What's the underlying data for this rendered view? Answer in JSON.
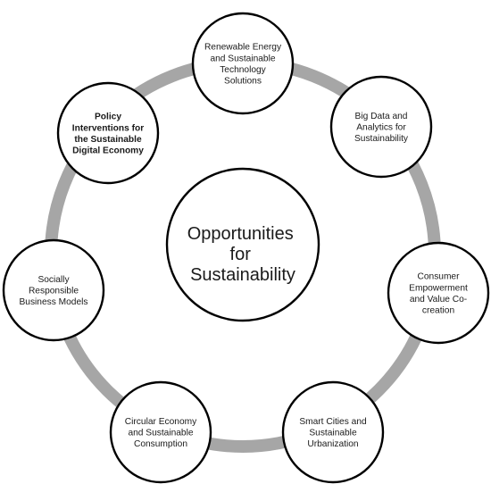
{
  "center": {
    "lines": [
      "Opportunities",
      "for",
      "Sustainability"
    ]
  },
  "nodes": [
    {
      "id": "renewable-energy",
      "lines": [
        "Renewable Energy",
        "and Sustainable",
        "Technology",
        "Solutions"
      ],
      "bold": false
    },
    {
      "id": "big-data",
      "lines": [
        "Big Data and",
        "Analytics for",
        "Sustainability"
      ],
      "bold": false
    },
    {
      "id": "consumer-empowerment",
      "lines": [
        "Consumer",
        "Empowerment",
        "and Value Co-",
        "creation"
      ],
      "bold": false
    },
    {
      "id": "smart-cities",
      "lines": [
        "Smart Cities and",
        "Sustainable",
        "Urbanization"
      ],
      "bold": false
    },
    {
      "id": "circular-economy",
      "lines": [
        "Circular Economy",
        "and Sustainable",
        "Consumption"
      ],
      "bold": false
    },
    {
      "id": "socially-responsible",
      "lines": [
        "Socially",
        "Responsible",
        "Business Models"
      ],
      "bold": false
    },
    {
      "id": "policy-interventions",
      "lines": [
        "Policy",
        "Interventions for",
        "the Sustainable",
        "Digital Economy"
      ],
      "bold": true
    }
  ],
  "colors": {
    "ring": "#a6a6a6",
    "stroke": "#000000",
    "fill": "#ffffff",
    "text": "#1a1a1a"
  }
}
